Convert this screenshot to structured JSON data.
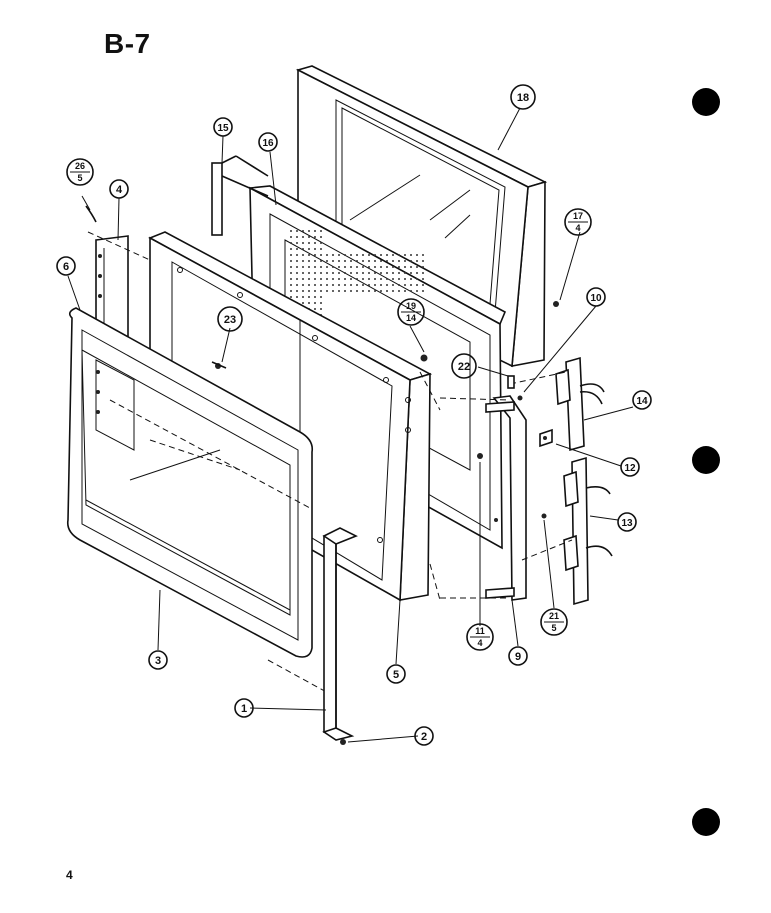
{
  "page": {
    "title": "B-7",
    "page_number": "4"
  },
  "callouts": [
    {
      "id": "c1",
      "top": "1"
    },
    {
      "id": "c2",
      "top": "2"
    },
    {
      "id": "c3",
      "top": "3"
    },
    {
      "id": "c4",
      "top": "4"
    },
    {
      "id": "c5",
      "top": "5"
    },
    {
      "id": "c6",
      "top": "6"
    },
    {
      "id": "c9",
      "top": "9"
    },
    {
      "id": "c10",
      "top": "10"
    },
    {
      "id": "c12",
      "top": "12"
    },
    {
      "id": "c13",
      "top": "13"
    },
    {
      "id": "c14",
      "top": "14"
    },
    {
      "id": "c15",
      "top": "15"
    },
    {
      "id": "c16",
      "top": "16"
    },
    {
      "id": "c18",
      "top": "18"
    },
    {
      "id": "c22",
      "top": "22"
    },
    {
      "id": "c23",
      "top": "23"
    },
    {
      "id": "c26-5",
      "top": "26",
      "bottom": "5"
    },
    {
      "id": "c17-4",
      "top": "17",
      "bottom": "4"
    },
    {
      "id": "c19-14",
      "top": "19",
      "bottom": "14"
    },
    {
      "id": "c11-4",
      "top": "11",
      "bottom": "4"
    },
    {
      "id": "c21-5",
      "top": "21",
      "bottom": "5"
    }
  ]
}
